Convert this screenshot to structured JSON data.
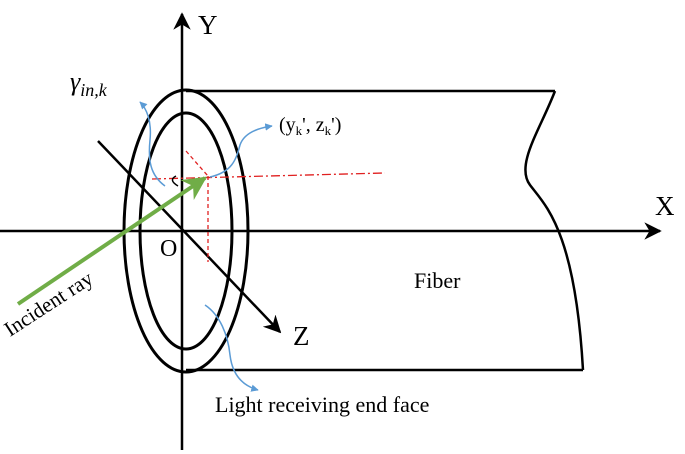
{
  "axes": {
    "y_label": "Y",
    "x_label": "X",
    "z_label": "Z",
    "origin_label": "O"
  },
  "labels": {
    "gamma_main": "γ",
    "gamma_sub": "in,k",
    "point_coords": "(y",
    "point_coords_k1": "k",
    "point_coords_mid": "', z",
    "point_coords_k2": "k",
    "point_coords_end": "')",
    "fiber": "Fiber",
    "incident_ray": "Incident ray",
    "end_face": "Light receiving end face"
  },
  "colors": {
    "ray": "#70ad47",
    "dashed": "#e02020",
    "callout": "#5b9bd5",
    "line": "#000000"
  }
}
